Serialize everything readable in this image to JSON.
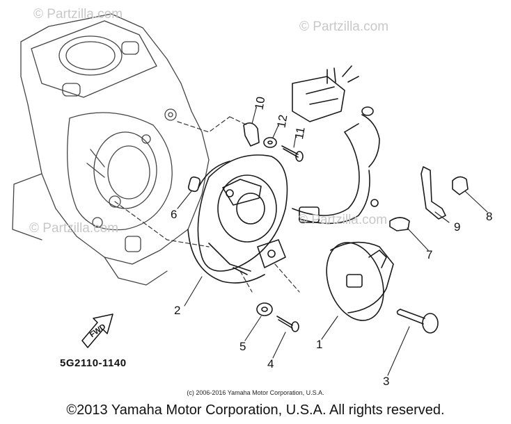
{
  "watermarks": {
    "top_left": "© Partzilla.com",
    "top_right": "© Partzilla.com",
    "middle_left": "© Partzilla.com",
    "middle_right": "© Partzilla.com"
  },
  "callouts": {
    "c1": "1",
    "c2": "2",
    "c3": "3",
    "c4": "4",
    "c5": "5",
    "c6": "6",
    "c7": "7",
    "c8": "8",
    "c9": "9",
    "c10": "10",
    "c11": "11",
    "c12": "12"
  },
  "fwd_label": "FWD",
  "part_code": "5G2110-1140",
  "copyright_small": "(c) 2006-2016 Yamaha Motor Corporation, U.S.A.",
  "copyright_main": "©2013 Yamaha Motor Corporation, U.S.A. All rights reserved."
}
